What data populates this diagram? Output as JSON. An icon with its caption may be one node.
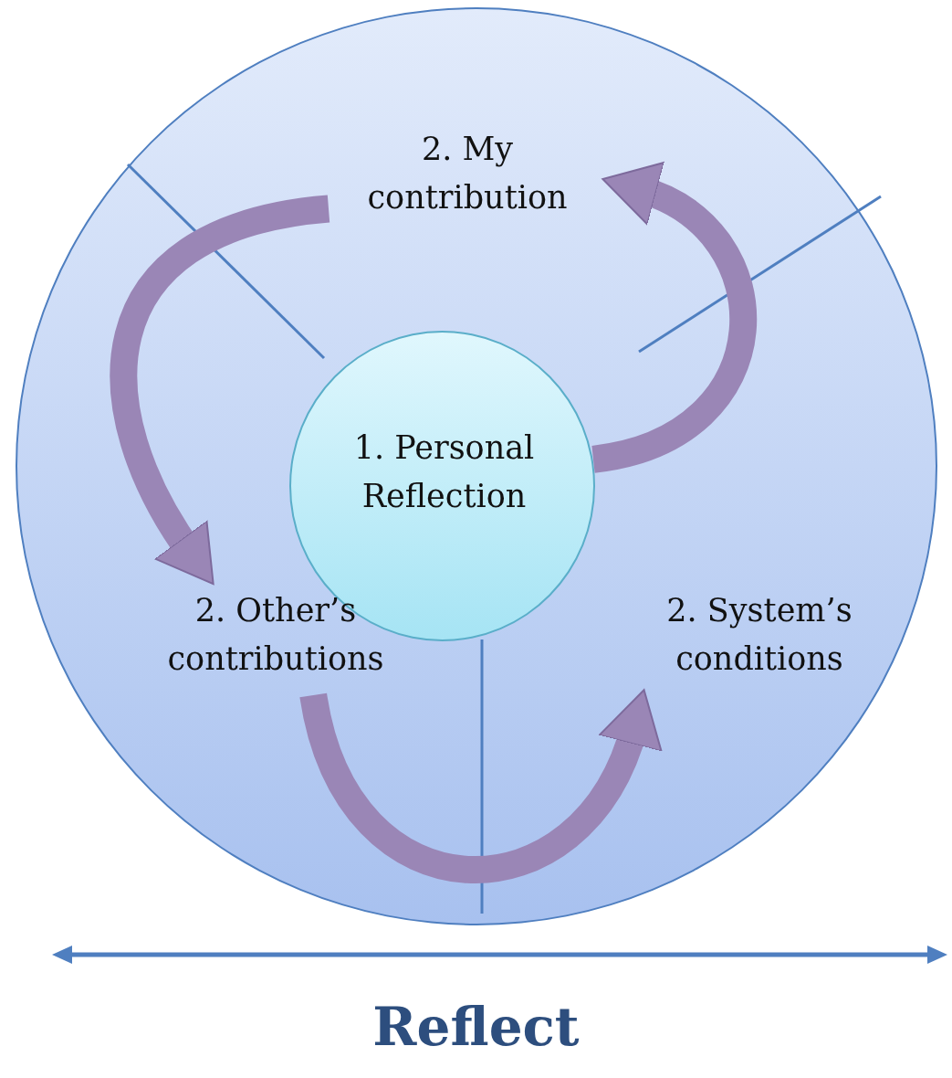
{
  "diagram": {
    "nodes": [
      {
        "text": [],
        "shape": "circle"
      },
      {
        "text": [
          "2. My contribution"
        ],
        "in": 0
      },
      {
        "text": [
          "1. Personal Reflection"
        ],
        "in": 0
      },
      {
        "text": [
          "2. Other’s contributions"
        ],
        "in": 0
      },
      {
        "text": [
          "2. System’s conditions"
        ],
        "in": 0
      }
    ],
    "edges": [
      {
        "from": 2,
        "to": 1,
        "arrow": "to"
      },
      {
        "from": 1,
        "to": 3,
        "arrow": "to"
      },
      {
        "from": 3,
        "to": 4,
        "arrow": "to"
      }
    ],
    "labels": [
      "Reflect"
    ]
  }
}
